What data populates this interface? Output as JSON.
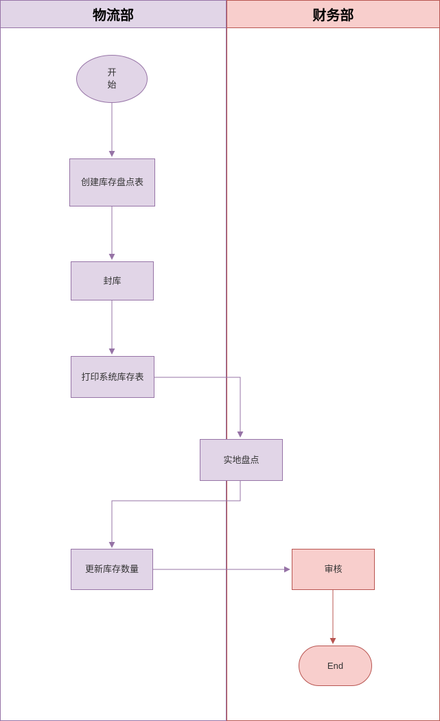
{
  "diagram": {
    "type": "swimlane-flowchart",
    "lanes": [
      {
        "id": "logistics",
        "label": "物流部",
        "header_bg": "#e1d5e7",
        "border_color": "#9673a6"
      },
      {
        "id": "finance",
        "label": "财务部",
        "header_bg": "#f8cecc",
        "border_color": "#b85450"
      }
    ],
    "nodes": [
      {
        "id": "start",
        "label": "开始",
        "shape": "ellipse",
        "lane": "logistics",
        "fill": "#e1d5e7",
        "stroke": "#9673a6"
      },
      {
        "id": "create-inventory-sheet",
        "label": "创建库存盘点表",
        "shape": "rect",
        "lane": "logistics",
        "fill": "#e1d5e7",
        "stroke": "#9673a6"
      },
      {
        "id": "seal-warehouse",
        "label": "封库",
        "shape": "rect",
        "lane": "logistics",
        "fill": "#e1d5e7",
        "stroke": "#9673a6"
      },
      {
        "id": "print-system-inventory",
        "label": "打印系统库存表",
        "shape": "rect",
        "lane": "logistics",
        "fill": "#e1d5e7",
        "stroke": "#9673a6"
      },
      {
        "id": "physical-count",
        "label": "实地盘点",
        "shape": "rect",
        "lane": "spans-both",
        "fill": "#e1d5e7",
        "stroke": "#9673a6"
      },
      {
        "id": "update-inventory-qty",
        "label": "更新库存数量",
        "shape": "rect",
        "lane": "logistics",
        "fill": "#e1d5e7",
        "stroke": "#9673a6"
      },
      {
        "id": "audit",
        "label": "审核",
        "shape": "rect",
        "lane": "finance",
        "fill": "#f8cecc",
        "stroke": "#b85450"
      },
      {
        "id": "end",
        "label": "End",
        "shape": "stadium",
        "lane": "finance",
        "fill": "#f8cecc",
        "stroke": "#b85450"
      }
    ],
    "edges": [
      {
        "from": "start",
        "to": "create-inventory-sheet",
        "color": "#9673a6"
      },
      {
        "from": "create-inventory-sheet",
        "to": "seal-warehouse",
        "color": "#9673a6"
      },
      {
        "from": "seal-warehouse",
        "to": "print-system-inventory",
        "color": "#9673a6"
      },
      {
        "from": "print-system-inventory",
        "to": "physical-count",
        "color": "#9673a6"
      },
      {
        "from": "physical-count",
        "to": "update-inventory-qty",
        "color": "#9673a6"
      },
      {
        "from": "update-inventory-qty",
        "to": "audit",
        "color": "#9673a6"
      },
      {
        "from": "audit",
        "to": "end",
        "color": "#b85450"
      }
    ],
    "colors": {
      "purple_border": "#9673a6",
      "purple_fill": "#e1d5e7",
      "red_border": "#b85450",
      "pink_fill": "#f8cecc",
      "node_text": "#333333",
      "background": "#ffffff"
    }
  }
}
